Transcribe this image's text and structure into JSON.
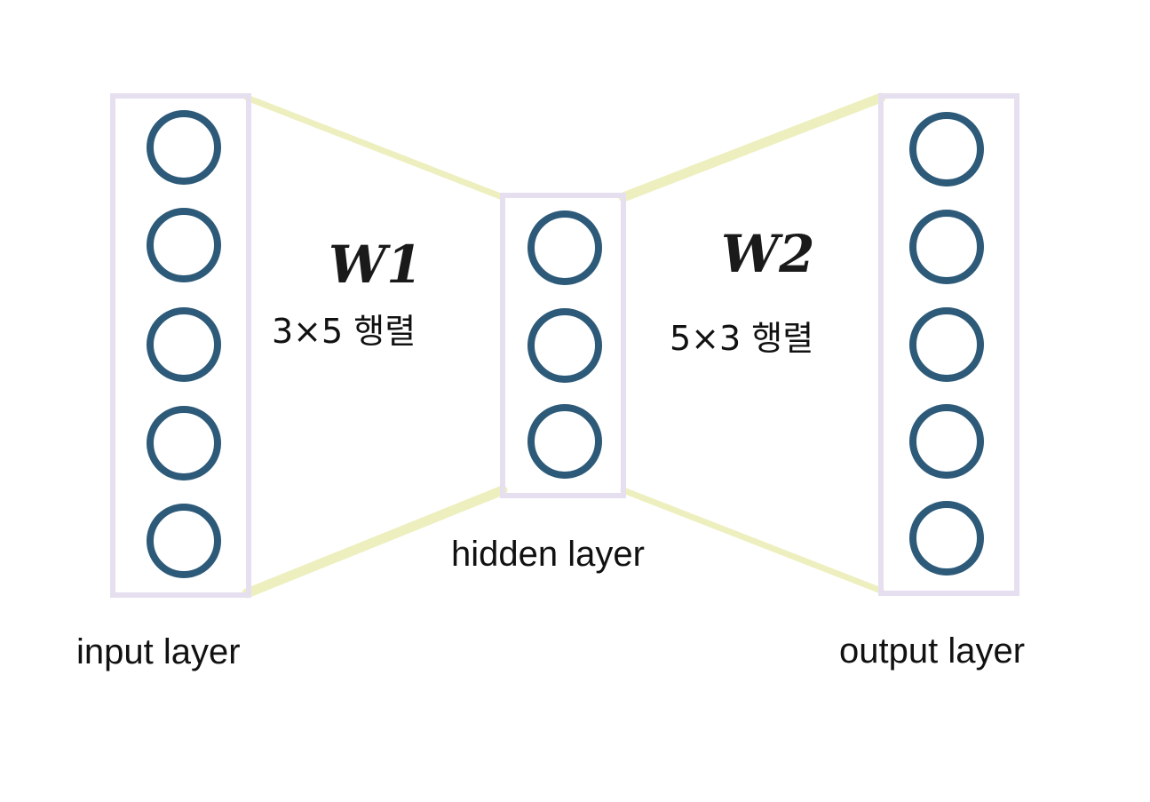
{
  "diagram": {
    "layers": {
      "input": {
        "label": "input layer",
        "nodes": 5
      },
      "hidden": {
        "label": "hidden layer",
        "nodes": 3
      },
      "output": {
        "label": "output layer",
        "nodes": 5
      }
    },
    "weights": {
      "w1": {
        "label": "W1",
        "dims": "3×5 행렬"
      },
      "w2": {
        "label": "W2",
        "dims": "5×3 행렬"
      }
    },
    "colors": {
      "node_stroke": "#2d5a79",
      "frame": "#e6dff0",
      "connector": "#eeefbf"
    }
  }
}
